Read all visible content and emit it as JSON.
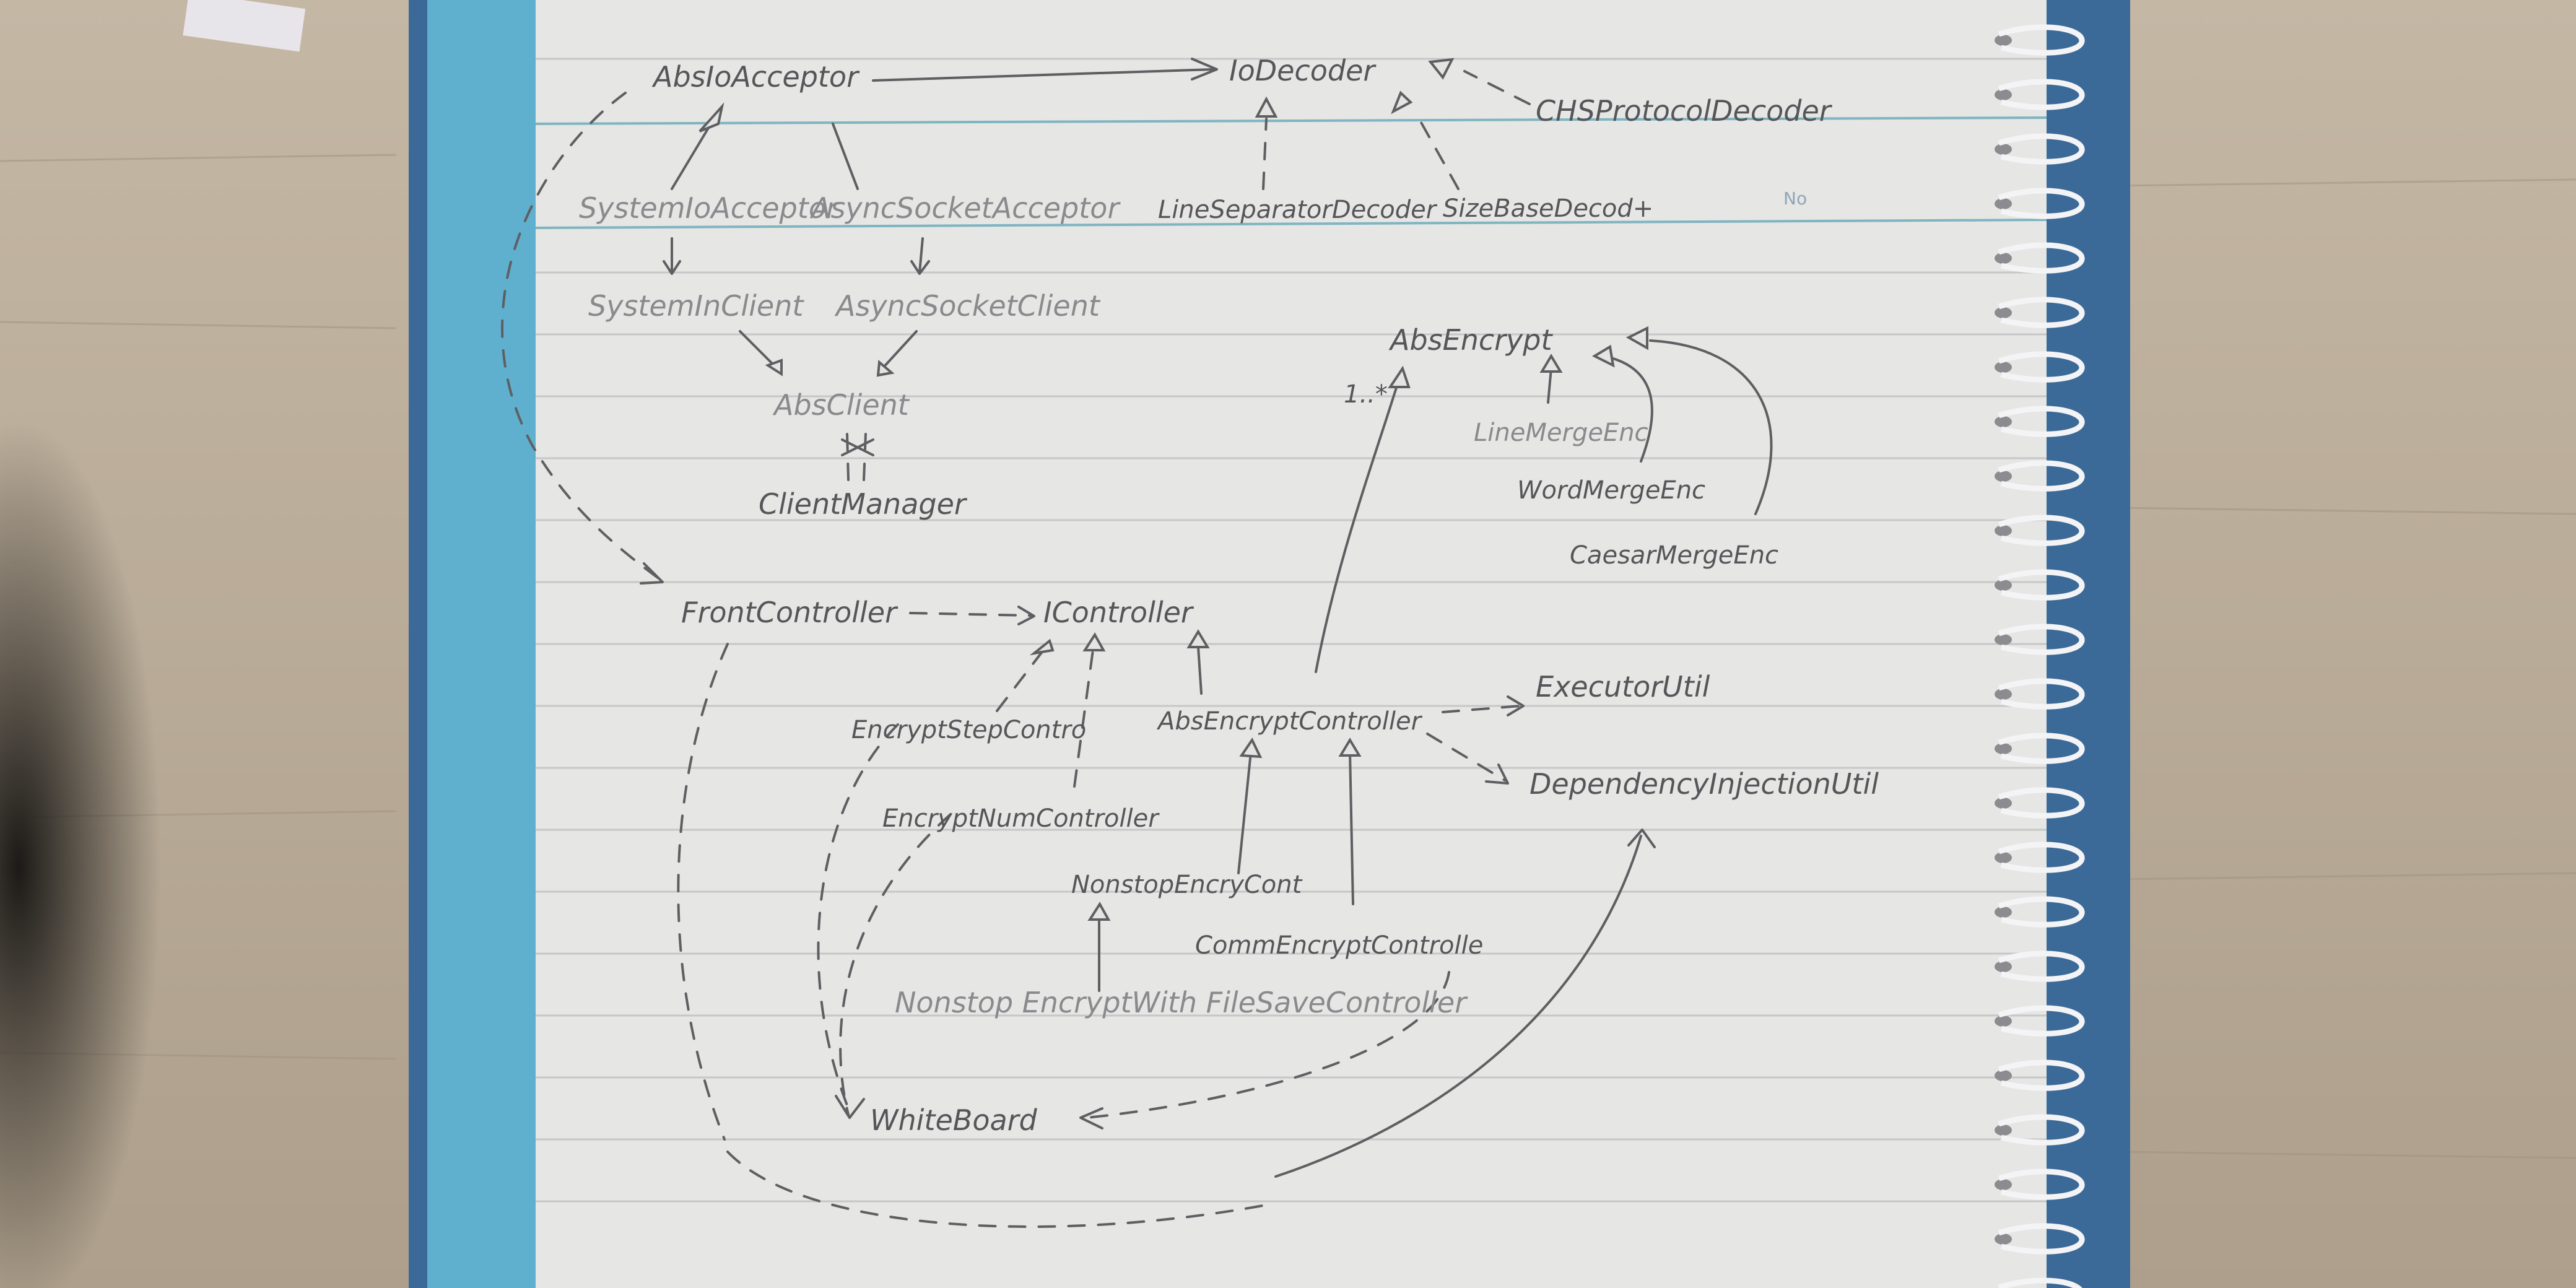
{
  "labels": {
    "abs_io_acceptor": "AbsIoAcceptor",
    "io_decoder": "IoDecoder",
    "chs_protocol_decoder": "CHSProtocolDecoder",
    "system_io_acceptor": "SystemIoAcceptor",
    "async_socket_acceptor": "AsyncSocketAcceptor",
    "line_separator_decoder": "LineSeparatorDecoder",
    "size_base_decoder": "SizeBaseDecod+",
    "no_mark": "No",
    "system_in_client": "SystemInClient",
    "async_socket_client": "AsyncSocketClient",
    "abs_client": "AbsClient",
    "client_manager": "ClientManager",
    "abs_encrypt": "AbsEncrypt",
    "multiplicity": "1..*",
    "line_merge_enc": "LineMergeEnc",
    "word_merge_enc": "WordMergeEnc",
    "caesar_merge_enc": "CaesarMergeEnc",
    "front_controller": "FrontController",
    "i_controller": "IController",
    "encrypt_step_controller": "EncryptStepContro",
    "abs_encrypt_controller": "AbsEncryptController",
    "executor_util": "ExecutorUtil",
    "dependency_injection_util": "DependencyInjectionUtil",
    "encrypt_num_controller": "EncryptNumController",
    "nonstop_encrypt_controller": "NonstopEncryCont",
    "common_encrypt_controller": "CommEncryptControlle",
    "nonstop_encrypt_with_filesave_controller": "Nonstop EncryptWith FileSaveController",
    "white_board": "WhiteBoard"
  }
}
